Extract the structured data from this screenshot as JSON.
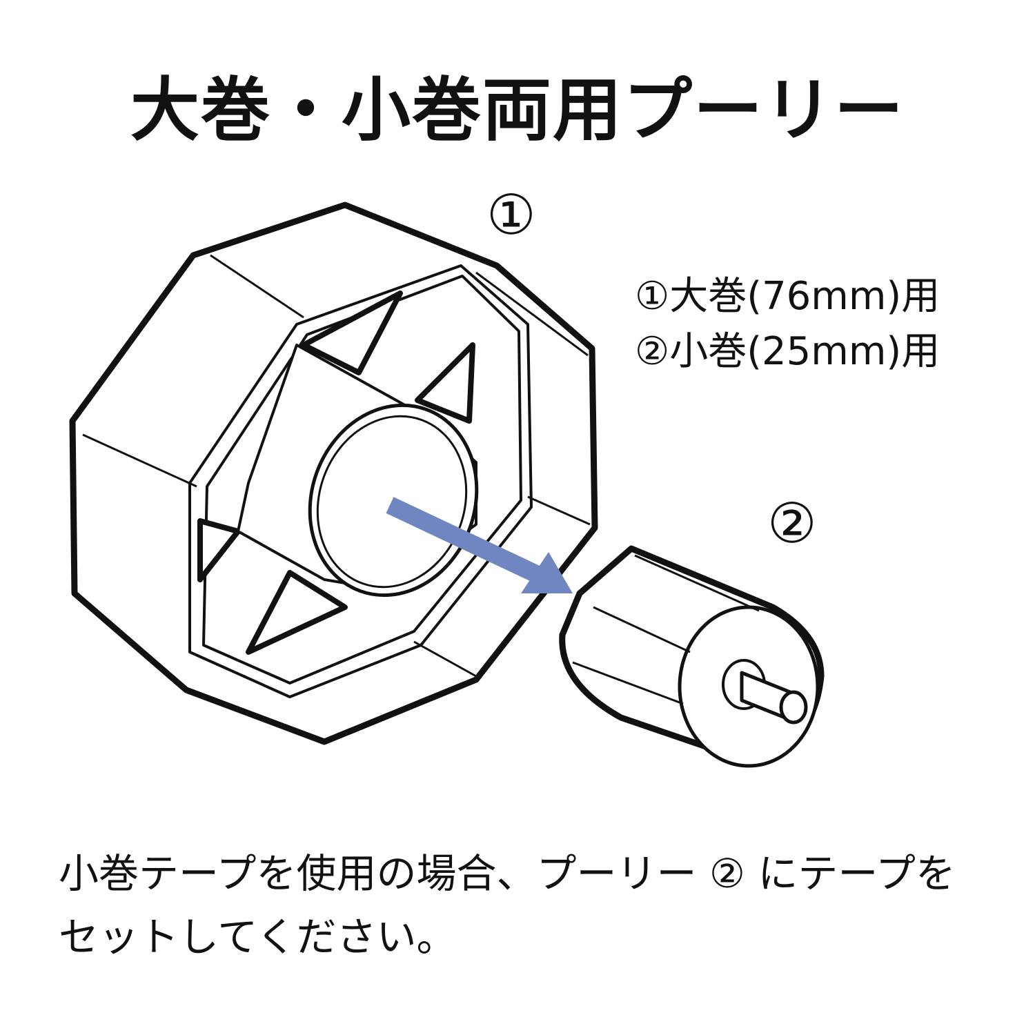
{
  "title": "大巻・小巻両用プーリー",
  "labels": {
    "part1": "①",
    "part2": "②"
  },
  "legend": [
    "①大巻(76mm)用",
    "②小巻(25mm)用"
  ],
  "note": [
    "小巻テープを使用の場合、プーリー ② にテープを",
    "セットしてください。"
  ],
  "colors": {
    "arrow": "#6f86c0",
    "line": "#111111"
  }
}
